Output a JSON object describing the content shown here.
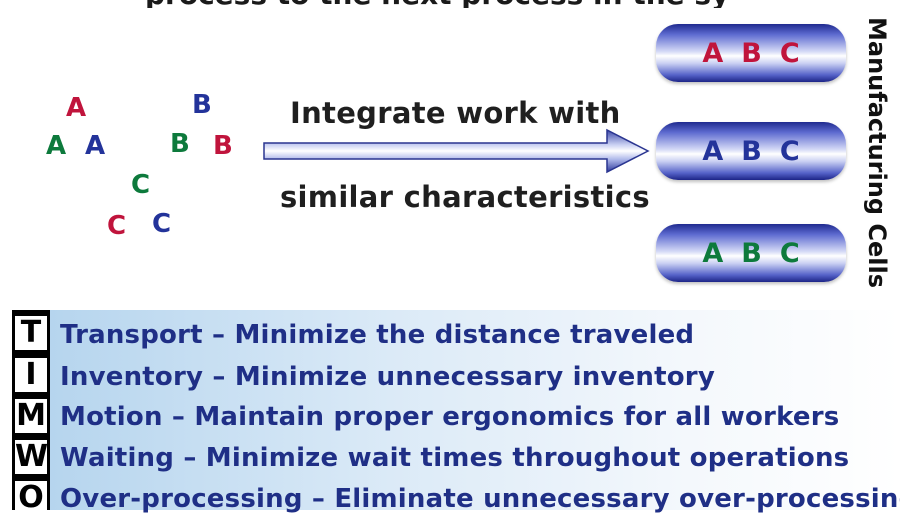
{
  "header_partial_text": "process to the next process in the sy",
  "scattered_letters": {
    "items": [
      {
        "char": "A",
        "color": "#c0143c"
      },
      {
        "char": "B",
        "color": "#23339a"
      },
      {
        "char": "A",
        "color": "#0d7a3c"
      },
      {
        "char": "A",
        "color": "#23339a"
      },
      {
        "char": "B",
        "color": "#0d7a3c"
      },
      {
        "char": "B",
        "color": "#c0143c"
      },
      {
        "char": "C",
        "color": "#0d7a3c"
      },
      {
        "char": "C",
        "color": "#c0143c"
      },
      {
        "char": "C",
        "color": "#23339a"
      }
    ]
  },
  "arrow": {
    "caption_top": "Integrate work with",
    "caption_bottom": "similar characteristics"
  },
  "cells": {
    "label": "Manufacturing Cells",
    "items": [
      {
        "letters": [
          "A",
          "B",
          "C"
        ],
        "color": "#c0143c"
      },
      {
        "letters": [
          "A",
          "B",
          "C"
        ],
        "color": "#23339a"
      },
      {
        "letters": [
          "A",
          "B",
          "C"
        ],
        "color": "#0d7a3c"
      }
    ]
  },
  "timwo": {
    "letters": [
      "T",
      "I",
      "M",
      "W",
      "O"
    ],
    "rows": [
      "Transport – Minimize the distance traveled",
      "Inventory – Minimize unnecessary inventory",
      "Motion – Maintain proper ergonomics for all workers",
      "Waiting – Minimize wait times throughout operations",
      "Over-processing – Eliminate unnecessary over-processing"
    ]
  }
}
